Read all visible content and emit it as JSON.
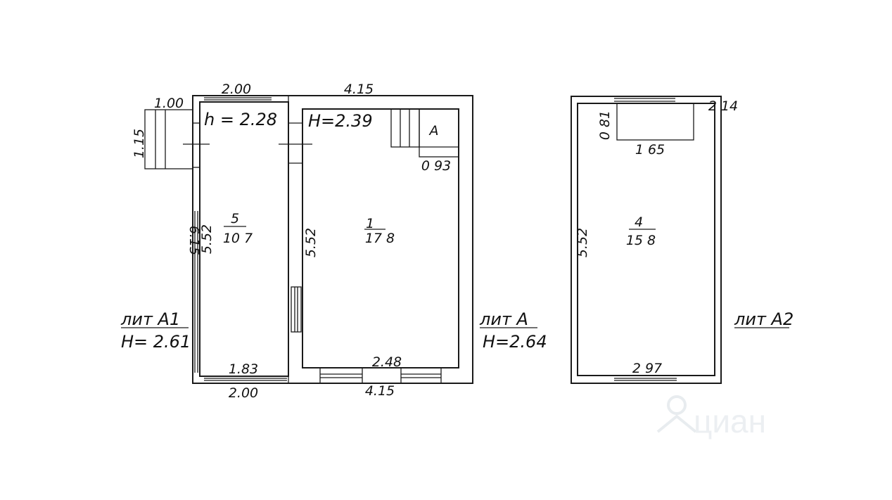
{
  "blocks": {
    "lit_a1": {
      "label": "лит А1",
      "height": "H= 2.61"
    },
    "lit_a": {
      "label": "лит А",
      "height": "H=2.64"
    },
    "lit_a2": {
      "label": "лит А2"
    }
  },
  "rooms": {
    "room5": {
      "number": "5",
      "area": "10 7",
      "ceiling": "h = 2.28"
    },
    "room1": {
      "number": "1",
      "area": "17 8",
      "ceiling": "H=2.39"
    },
    "room4": {
      "number": "4",
      "area": "15 8"
    }
  },
  "stove_marker": "А",
  "dimensions": {
    "a1_top": "2.00",
    "a1_bottom_inner": "1.83",
    "a1_bottom_outer": "2.00",
    "a1_outer_height": "6.15",
    "a1_inner_height": "5.52",
    "porch_width": "1.00",
    "porch_depth": "1.15",
    "a_top": "4.15",
    "a_inner_height": "5.52",
    "a_bottom_inner": "2.48",
    "a_bottom_outer": "4.15",
    "stove_size": "0 93",
    "a2_inner_height": "5.52",
    "a2_bottom": "2 97",
    "a2_box_width": "1 65",
    "a2_box_depth": "0 81",
    "a2_corner": "2 14"
  },
  "watermark": "циан"
}
